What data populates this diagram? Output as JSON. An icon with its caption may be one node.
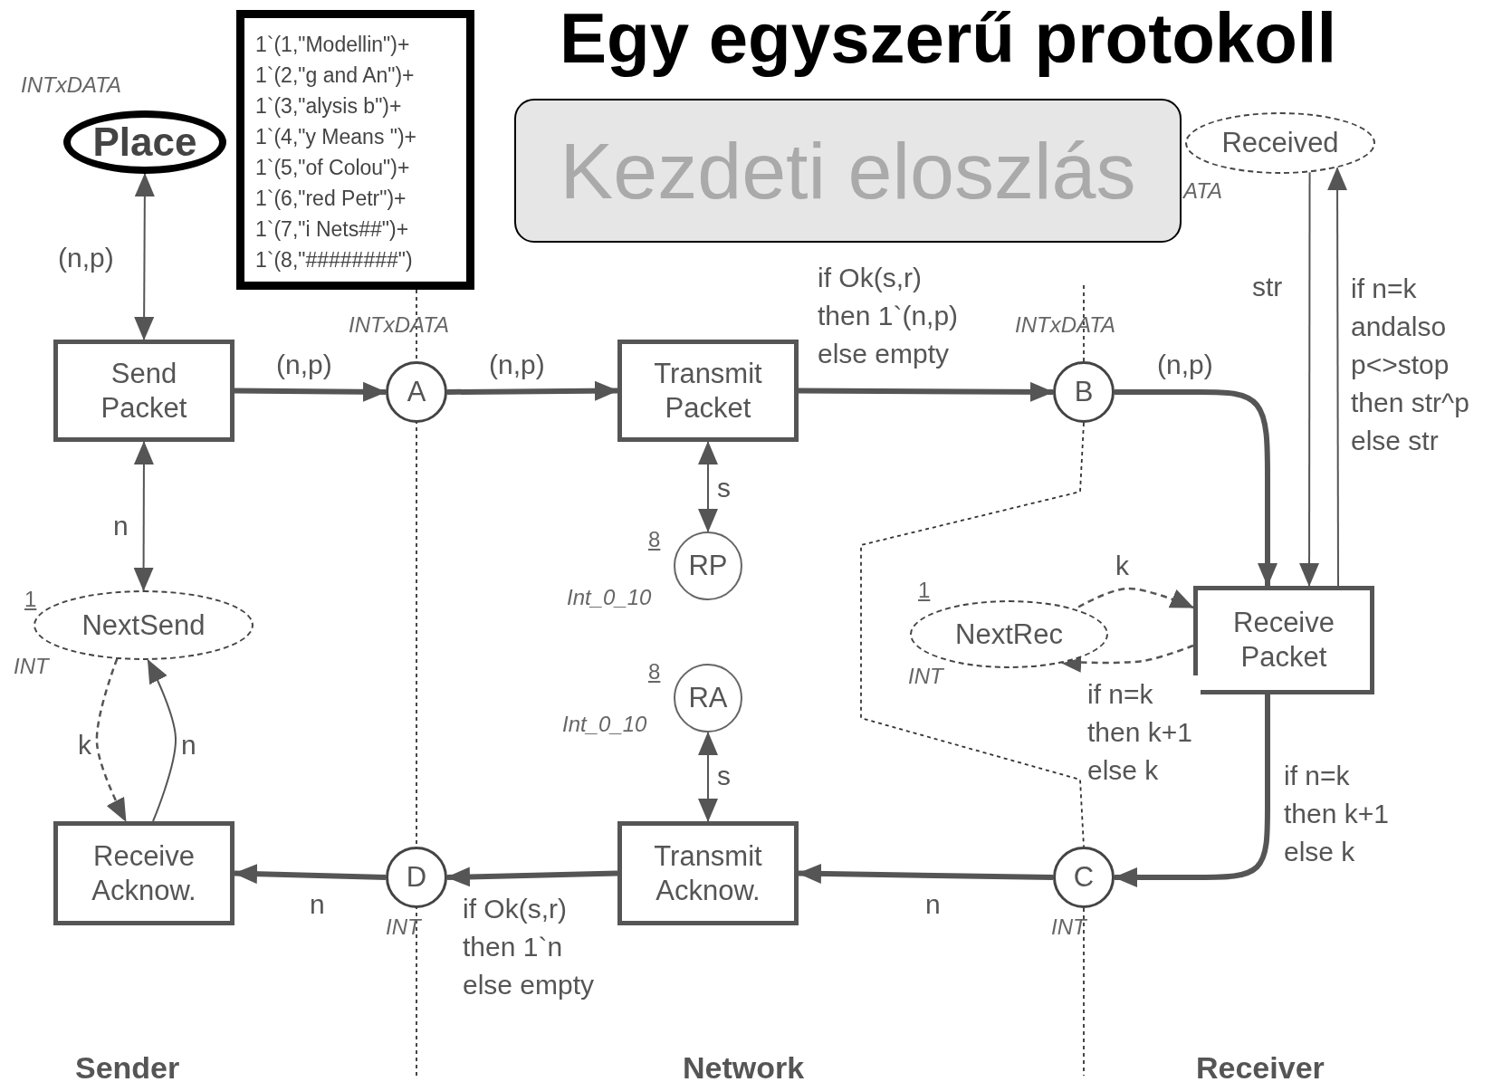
{
  "diagram": {
    "title": "Egy egyszerű protokoll",
    "nodes": [
      {
        "text": [
          "Place"
        ],
        "beside": [
          "INTxDATA"
        ]
      },
      {
        "text": [
          "1`(1,\"Modellin\")+",
          "1`(2,\"g and An\")+",
          "1`(3,\"alysis b\")+",
          "1`(4,\"y Means \")+",
          "1`(5,\"of Colou\")+",
          "1`(6,\"red Petr\")+",
          "1`(7,\"i Nets##\")+",
          "1`(8,\"########\")"
        ]
      },
      {
        "text": [
          "Kezdeti eloszlás"
        ]
      },
      {
        "text": [
          "Received"
        ],
        "beside": [
          "ATA"
        ]
      },
      {
        "text": [
          "Send Packet"
        ]
      },
      {
        "text": [
          "A"
        ],
        "beside": [
          "INTxDATA"
        ]
      },
      {
        "text": [
          "Transmit Packet"
        ]
      },
      {
        "text": [
          "B"
        ],
        "beside": [
          "INTxDATA"
        ]
      },
      {
        "text": [
          "NextSend"
        ],
        "beside": [
          "1",
          "INT"
        ]
      },
      {
        "text": [
          "RP"
        ],
        "beside": [
          "8",
          "Int_0_10"
        ]
      },
      {
        "text": [
          "NextRec"
        ],
        "beside": [
          "1",
          "INT"
        ]
      },
      {
        "text": [
          "Receive Packet"
        ]
      },
      {
        "text": [
          "RA"
        ],
        "beside": [
          "8",
          "Int_0_10"
        ]
      },
      {
        "text": [
          "Receive Acknow."
        ]
      },
      {
        "text": [
          "D"
        ],
        "beside": [
          "INT"
        ]
      },
      {
        "text": [
          "Transmit Acknow."
        ]
      },
      {
        "text": [
          "C"
        ],
        "beside": [
          "INT"
        ]
      }
    ],
    "edges": [
      {
        "from": 4,
        "to": 0,
        "arrow": "both",
        "label": "(n,p)"
      },
      {
        "from": 4,
        "to": 5,
        "arrow": "to",
        "label": "(n,p)",
        "style": "thick"
      },
      {
        "from": 5,
        "to": 6,
        "arrow": "to",
        "label": "(n,p)",
        "style": "thick"
      },
      {
        "from": 6,
        "to": 7,
        "arrow": "to",
        "label": "if Ok(s,r) then 1`(n,p) else empty",
        "style": "thick"
      },
      {
        "from": 7,
        "to": 11,
        "arrow": "to",
        "label": "(n,p)",
        "style": "thick"
      },
      {
        "from": 3,
        "to": 11,
        "arrow": "to",
        "label": "str"
      },
      {
        "from": 11,
        "to": 3,
        "arrow": "to",
        "label": "if n=k andalso p<>stop then str^p else str"
      },
      {
        "from": 4,
        "to": 8,
        "arrow": "both",
        "label": "n"
      },
      {
        "from": 6,
        "to": 9,
        "arrow": "both",
        "label": "s"
      },
      {
        "from": 10,
        "to": 11,
        "arrow": "to",
        "label": "k",
        "style": "dashed"
      },
      {
        "from": 11,
        "to": 10,
        "arrow": "to",
        "label": "if n=k then k+1 else k",
        "style": "dashed"
      },
      {
        "from": 8,
        "to": 13,
        "arrow": "to",
        "label": "k",
        "style": "dashed"
      },
      {
        "from": 13,
        "to": 8,
        "arrow": "to",
        "label": "n"
      },
      {
        "from": 11,
        "to": 16,
        "arrow": "to",
        "label": "if n=k then k+1 else k",
        "style": "thick"
      },
      {
        "from": 16,
        "to": 15,
        "arrow": "to",
        "label": "n",
        "style": "thick"
      },
      {
        "from": 12,
        "to": 15,
        "arrow": "both",
        "label": "s"
      },
      {
        "from": 15,
        "to": 14,
        "arrow": "to",
        "label": "if Ok(s,r) then 1`n else empty",
        "style": "thick"
      },
      {
        "from": 14,
        "to": 13,
        "arrow": "to",
        "label": "n",
        "style": "thick"
      }
    ],
    "labels": [
      "Sender",
      "Network",
      "Receiver"
    ]
  }
}
